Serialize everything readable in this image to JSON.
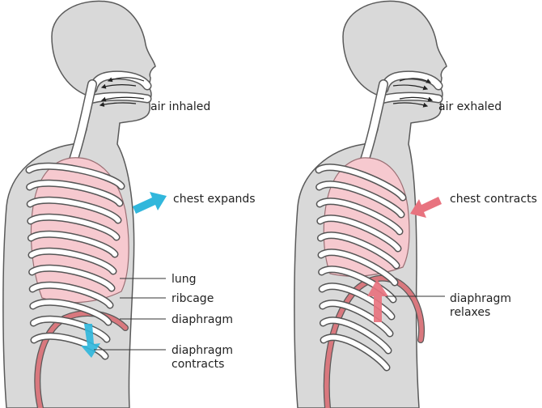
{
  "panels": {
    "inhale": {
      "air_label": "air inhaled",
      "chest_label": "chest expands",
      "lung_label": "lung",
      "ribcage_label": "ribcage",
      "diaphragm_label": "diaphragm",
      "diaphragm_state_line1": "diaphragm",
      "diaphragm_state_line2": "contracts"
    },
    "exhale": {
      "air_label": "air exhaled",
      "chest_label": "chest contracts",
      "diaphragm_state_line1": "diaphragm",
      "diaphragm_state_line2": "relaxes"
    }
  },
  "colors": {
    "body": "#d9d9d9",
    "body_outline": "#5a5a5a",
    "lung": "#f6c9cf",
    "lung_outline": "#9a6f74",
    "diaphragm": "#d9787e",
    "ribs": "#ffffff",
    "rib_outline": "#555555",
    "expand_arrow": "#31b7dc",
    "contract_arrow": "#e8737f",
    "leader_line": "#333333"
  },
  "icons": {
    "inhale_chest_arrow": "arrow-right-up-icon",
    "exhale_chest_arrow": "arrow-left-down-icon",
    "diaphragm_contract_arrow": "arrow-down-icon",
    "diaphragm_relax_arrow": "arrow-up-icon",
    "airflow_arrows": "airflow-arrows-icon"
  }
}
